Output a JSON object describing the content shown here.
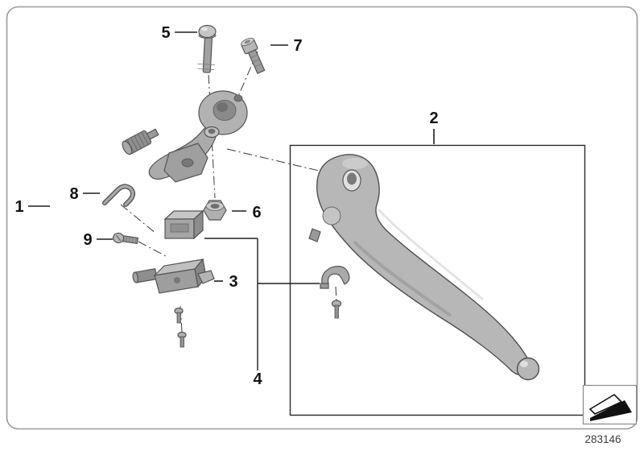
{
  "diagram": {
    "drawing_number": "283146",
    "callouts": [
      {
        "label": "1"
      },
      {
        "label": "2"
      },
      {
        "label": "3"
      },
      {
        "label": "4"
      },
      {
        "label": "5"
      },
      {
        "label": "6"
      },
      {
        "label": "7"
      },
      {
        "label": "8"
      },
      {
        "label": "9"
      }
    ],
    "colors": {
      "line": "#1e1e1e",
      "part_fill": "#b5b5b5",
      "background": "#ffffff"
    }
  }
}
